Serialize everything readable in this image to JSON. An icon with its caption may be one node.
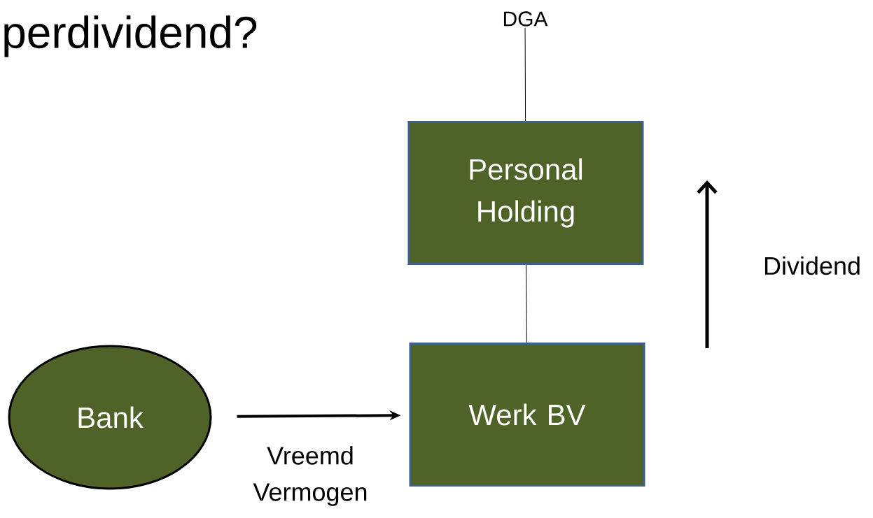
{
  "diagram": {
    "title": "perdividend?",
    "nodes": [
      {
        "text": [
          "DGA"
        ]
      },
      {
        "text": [
          "Personal Holding"
        ]
      },
      {
        "text": [
          "Werk BV"
        ]
      },
      {
        "text": [
          "Bank"
        ]
      }
    ],
    "edges": [
      {
        "from": 0,
        "to": 1,
        "arrow": "none"
      },
      {
        "from": 1,
        "to": 2,
        "arrow": "none"
      },
      {
        "from": 3,
        "to": 2,
        "arrow": "to",
        "label": "Vreemd Vermogen",
        "style": "thick"
      }
    ],
    "labels": [
      "Dividend"
    ]
  }
}
